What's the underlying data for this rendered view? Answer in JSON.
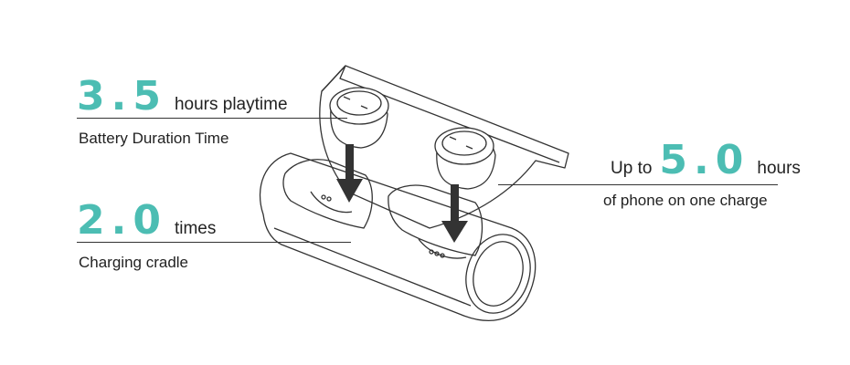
{
  "specs": {
    "playtime": {
      "value": "3.5",
      "unit": "hours playtime",
      "caption": "Battery Duration Time"
    },
    "cradle": {
      "value": "2.0",
      "unit": "times",
      "caption": "Charging cradle"
    },
    "phone": {
      "prefix": "Up to",
      "value": "5.0",
      "unit": "hours",
      "caption": "of phone on one charge"
    }
  },
  "colors": {
    "accent": "#4cbdb3",
    "line": "#333333"
  }
}
